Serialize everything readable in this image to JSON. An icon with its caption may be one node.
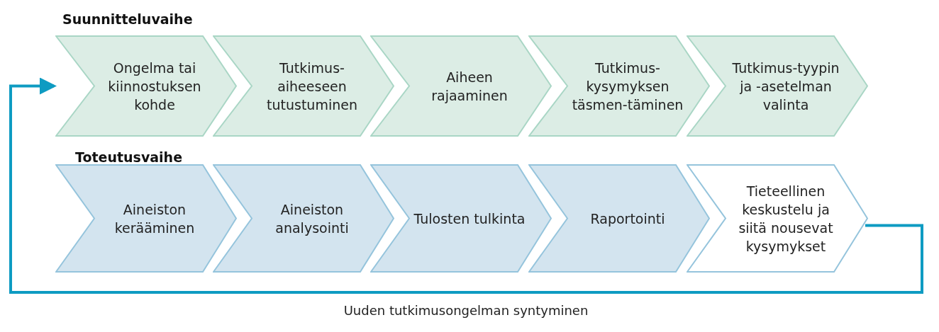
{
  "diagram": {
    "nodes": [
      {
        "text": [
          "Ongelma tai kiinnostuksen kohde"
        ]
      },
      {
        "text": [
          "Tutkimus-aiheeseen tutustuminen"
        ]
      },
      {
        "text": [
          "Aiheen rajaaminen"
        ]
      },
      {
        "text": [
          "Tutkimus-kysymyksen täsmen-täminen"
        ]
      },
      {
        "text": [
          "Tutkimus-tyypin ja -asetelman valinta"
        ]
      },
      {
        "text": [
          "Aineiston kerääminen"
        ]
      },
      {
        "text": [
          "Aineiston analysointi"
        ]
      },
      {
        "text": [
          "Tulosten tulkinta"
        ]
      },
      {
        "text": [
          "Raportointi"
        ]
      },
      {
        "text": [
          "Tieteellinen keskustelu ja siitä nousevat kysymykset"
        ]
      }
    ],
    "edges": [
      {
        "from": 9,
        "to": 0,
        "arrow": "to",
        "label": "Uuden tutkimusongelman syntyminen"
      }
    ],
    "labels": [
      "Suunnitteluvaihe",
      "Toteutusvaihe"
    ]
  }
}
